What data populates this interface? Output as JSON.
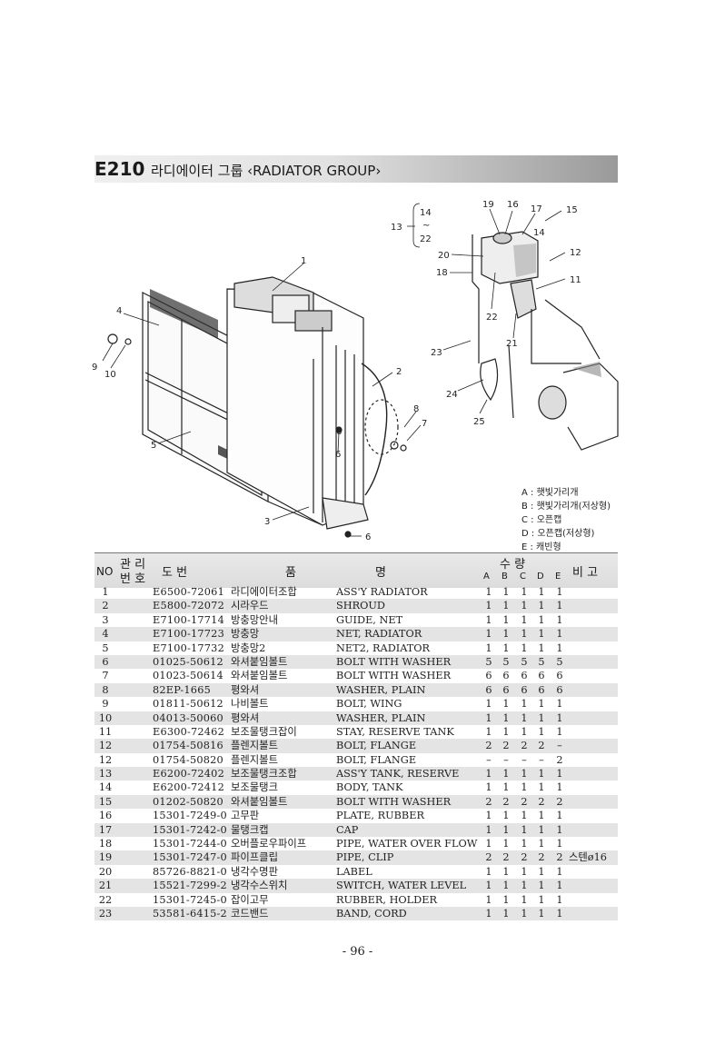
{
  "header": {
    "code": "E210",
    "title": "라디에이터 그룹 ‹RADIATOR GROUP›"
  },
  "diagram_labels": [
    "1",
    "2",
    "3",
    "4",
    "5",
    "6",
    "6",
    "6",
    "7",
    "8",
    "9",
    "10",
    "11",
    "12",
    "13",
    "14",
    "~",
    "22",
    "14",
    "15",
    "16",
    "17",
    "18",
    "19",
    "20",
    "21",
    "22",
    "23",
    "24",
    "25"
  ],
  "legend": [
    "A : 햇빛가리개",
    "B : 햇빛가리개(저상형)",
    "C : 오픈캡",
    "D : 오픈캡(저상형)",
    "E : 캐빈형"
  ],
  "table": {
    "headers": {
      "no": "NO",
      "mgmt_1": "관 리",
      "mgmt_2": "번 호",
      "drawing": "도   번",
      "name_1": "품",
      "name_2": "명",
      "qty": "수   량",
      "remarks": "비 고"
    },
    "qty_cols": [
      "A",
      "B",
      "C",
      "D",
      "E"
    ],
    "rows": [
      {
        "no": "1",
        "part": "E6500-72061",
        "kr": "라디에이터조합",
        "en": "ASS'Y RADIATOR",
        "q": [
          "1",
          "1",
          "1",
          "1",
          "1"
        ],
        "rem": ""
      },
      {
        "no": "2",
        "part": "E5800-72072",
        "kr": "시라우드",
        "en": "SHROUD",
        "q": [
          "1",
          "1",
          "1",
          "1",
          "1"
        ],
        "rem": ""
      },
      {
        "no": "3",
        "part": "E7100-17714",
        "kr": "방충망안내",
        "en": "GUIDE, NET",
        "q": [
          "1",
          "1",
          "1",
          "1",
          "1"
        ],
        "rem": ""
      },
      {
        "no": "4",
        "part": "E7100-17723",
        "kr": "방충망",
        "en": "NET, RADIATOR",
        "q": [
          "1",
          "1",
          "1",
          "1",
          "1"
        ],
        "rem": ""
      },
      {
        "no": "5",
        "part": "E7100-17732",
        "kr": "방충망2",
        "en": "NET2, RADIATOR",
        "q": [
          "1",
          "1",
          "1",
          "1",
          "1"
        ],
        "rem": ""
      },
      {
        "no": "6",
        "part": "01025-50612",
        "kr": "와셔붙임볼트",
        "en": "BOLT WITH WASHER",
        "q": [
          "5",
          "5",
          "5",
          "5",
          "5"
        ],
        "rem": ""
      },
      {
        "no": "7",
        "part": "01023-50614",
        "kr": "와셔붙임볼트",
        "en": "BOLT WITH WASHER",
        "q": [
          "6",
          "6",
          "6",
          "6",
          "6"
        ],
        "rem": ""
      },
      {
        "no": "8",
        "part": "82EP-1665",
        "kr": "평와셔",
        "en": "WASHER, PLAIN",
        "q": [
          "6",
          "6",
          "6",
          "6",
          "6"
        ],
        "rem": ""
      },
      {
        "no": "9",
        "part": "01811-50612",
        "kr": "나비볼트",
        "en": "BOLT, WING",
        "q": [
          "1",
          "1",
          "1",
          "1",
          "1"
        ],
        "rem": ""
      },
      {
        "no": "10",
        "part": "04013-50060",
        "kr": "평와셔",
        "en": "WASHER, PLAIN",
        "q": [
          "1",
          "1",
          "1",
          "1",
          "1"
        ],
        "rem": ""
      },
      {
        "no": "11",
        "part": "E6300-72462",
        "kr": "보조물탱크잡이",
        "en": "STAY, RESERVE TANK",
        "q": [
          "1",
          "1",
          "1",
          "1",
          "1"
        ],
        "rem": ""
      },
      {
        "no": "12",
        "part": "01754-50816",
        "kr": "플렌지볼트",
        "en": "BOLT, FLANGE",
        "q": [
          "2",
          "2",
          "2",
          "2",
          "–"
        ],
        "rem": ""
      },
      {
        "no": "12",
        "part": "01754-50820",
        "kr": "플렌지볼트",
        "en": "BOLT, FLANGE",
        "q": [
          "–",
          "–",
          "–",
          "–",
          "2"
        ],
        "rem": ""
      },
      {
        "no": "13",
        "part": "E6200-72402",
        "kr": "보조물탱크조합",
        "en": "ASS'Y TANK, RESERVE",
        "q": [
          "1",
          "1",
          "1",
          "1",
          "1"
        ],
        "rem": ""
      },
      {
        "no": "14",
        "part": "E6200-72412",
        "kr": "보조물탱크",
        "en": "BODY, TANK",
        "q": [
          "1",
          "1",
          "1",
          "1",
          "1"
        ],
        "rem": ""
      },
      {
        "no": "15",
        "part": "01202-50820",
        "kr": "와셔붙임볼트",
        "en": "BOLT WITH WASHER",
        "q": [
          "2",
          "2",
          "2",
          "2",
          "2"
        ],
        "rem": ""
      },
      {
        "no": "16",
        "part": "15301-7249-0",
        "kr": "고무판",
        "en": "PLATE, RUBBER",
        "q": [
          "1",
          "1",
          "1",
          "1",
          "1"
        ],
        "rem": ""
      },
      {
        "no": "17",
        "part": "15301-7242-0",
        "kr": "물탱크캡",
        "en": "CAP",
        "q": [
          "1",
          "1",
          "1",
          "1",
          "1"
        ],
        "rem": ""
      },
      {
        "no": "18",
        "part": "15301-7244-0",
        "kr": "오버플로우파이프",
        "en": "PIPE, WATER OVER FLOW",
        "q": [
          "1",
          "1",
          "1",
          "1",
          "1"
        ],
        "rem": ""
      },
      {
        "no": "19",
        "part": "15301-7247-0",
        "kr": "파이프클립",
        "en": "PIPE, CLIP",
        "q": [
          "2",
          "2",
          "2",
          "2",
          "2"
        ],
        "rem": "스텐ø16"
      },
      {
        "no": "20",
        "part": "85726-8821-0",
        "kr": "냉각수명판",
        "en": "LABEL",
        "q": [
          "1",
          "1",
          "1",
          "1",
          "1"
        ],
        "rem": ""
      },
      {
        "no": "21",
        "part": "15521-7299-2",
        "kr": "냉각수스위치",
        "en": "SWITCH, WATER LEVEL",
        "q": [
          "1",
          "1",
          "1",
          "1",
          "1"
        ],
        "rem": ""
      },
      {
        "no": "22",
        "part": "15301-7245-0",
        "kr": "잡이고무",
        "en": "RUBBER, HOLDER",
        "q": [
          "1",
          "1",
          "1",
          "1",
          "1"
        ],
        "rem": ""
      },
      {
        "no": "23",
        "part": "53581-6415-2",
        "kr": "코드밴드",
        "en": "BAND, CORD",
        "q": [
          "1",
          "1",
          "1",
          "1",
          "1"
        ],
        "rem": ""
      }
    ]
  },
  "footer": {
    "page": "- 96 -"
  }
}
